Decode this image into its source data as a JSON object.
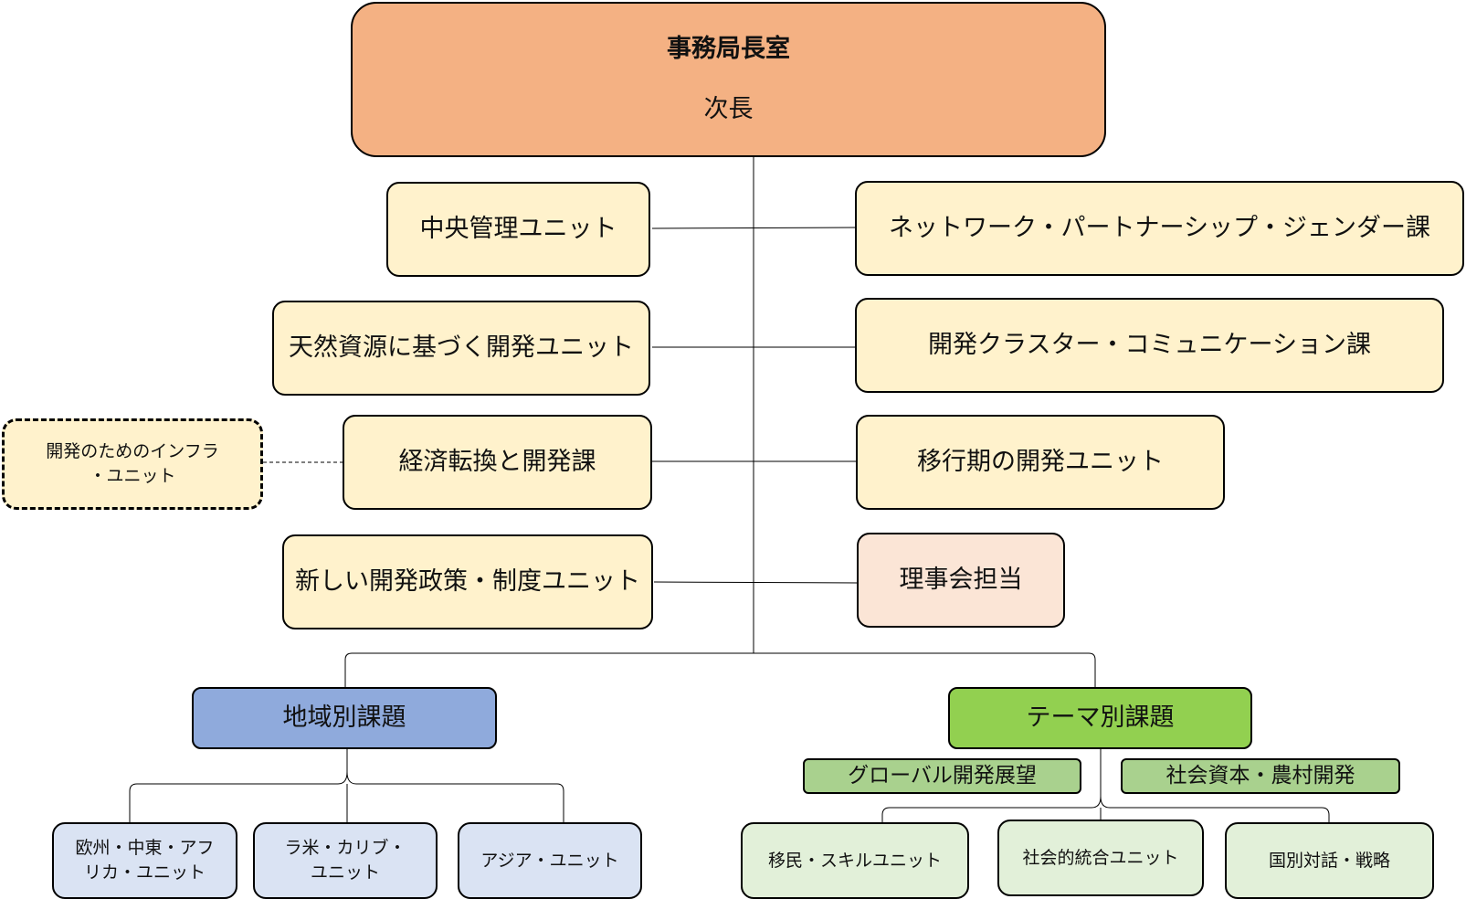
{
  "director": {
    "title": "事務局長室",
    "subtitle": "次長"
  },
  "left_units": [
    "中央管理ユニット",
    "天然資源に基づく開発ユニット",
    "経済転換と開発課",
    "新しい開発政策・制度ユニット"
  ],
  "right_units": [
    "ネットワーク・パートナーシップ・ジェンダー課",
    "開発クラスター・コミュニケーション課",
    "移行期の開発ユニット",
    "理事会担当"
  ],
  "infrastructure_unit": "開発のためのインフラ\n・ユニット",
  "regional": {
    "label": "地域別課題",
    "units": [
      "欧州・中東・アフ\nリカ・ユニット",
      "ラ米・カリブ・\nユニット",
      "アジア・ユニット"
    ]
  },
  "thematic": {
    "label": "テーマ別課題",
    "groups": [
      "グローバル開発展望",
      "社会資本・農村開発"
    ],
    "units": [
      "移民・スキルユニット",
      "社会的統合ユニット",
      "国別対話・戦略"
    ]
  },
  "colors": {
    "director_fill": "#f4b183",
    "unit_fill": "#fff2cc",
    "board_fill": "#fbe5d6",
    "regional_fill": "#8faadc",
    "regional_unit_fill": "#dae3f3",
    "thematic_fill": "#92d050",
    "thematic_group_fill": "#a9d18e",
    "thematic_unit_fill": "#e2f0d9"
  }
}
